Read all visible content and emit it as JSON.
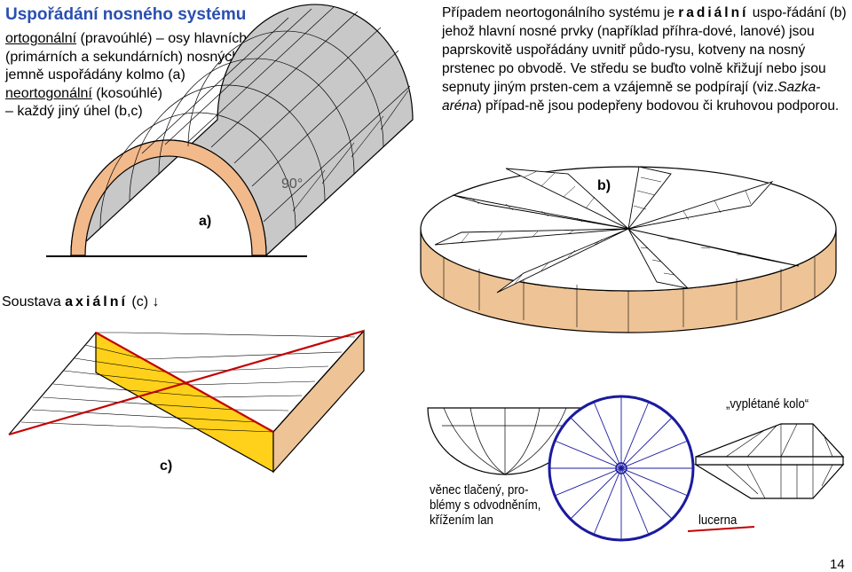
{
  "title": "Uspořádání nosného systému",
  "left_text": {
    "line1_link": "ortogonální",
    "line1_rest": " (pravoúhlé) – osy hlavních a vedlejších",
    "line2": "(primárních a sekundárních) nosných prvků jsou vzá-",
    "line3": "jemně uspořádány kolmo (a)",
    "line4_link": "neortogonální",
    "line4_rest": " (kosoúhlé)",
    "line5": "– každý jiný úhel (b,c)"
  },
  "right_text": {
    "pre": "Případem neortogonálního systému je ",
    "spaced": "radiální",
    "mid": " uspo-řádání (b) jehož hlavní nosné prvky (například příhra-dové, lanové) jsou paprskovitě uspořádány uvnitř půdo-rysu, kotveny na nosný prstenec po obvodě. Ve středu se buďto volně křižují nebo jsou sepnuty jiným prsten-cem a vzájemně se podpírají (viz.",
    "italic": "Sazka-aréna",
    "post": ") případ-ně jsou podepřeny bodovou či kruhovou podporou."
  },
  "labels": {
    "angle": "90°",
    "a": "a)",
    "b": "b)",
    "c": "c)",
    "axial_pre": "Soustava ",
    "axial_spaced": "axiální",
    "axial_post": " (c) ↓",
    "venec_1": "věnec tlačený, pro-",
    "venec_2": "blémy s odvodněním,",
    "venec_3": "křížením lan",
    "kolo": "„vyplétané kolo“",
    "lucerna": "lucerna",
    "page_number": "14"
  },
  "colors": {
    "title": "#2a4fb0",
    "vault_roof": "#c8c8c8",
    "vault_arch": "#f2b98b",
    "yellow_wall": "#ffd11a",
    "tan_wall": "#eec395",
    "red_cable": "#c40000",
    "blue_wheel": "#1a1aa0",
    "red_underline": "#c40000"
  }
}
